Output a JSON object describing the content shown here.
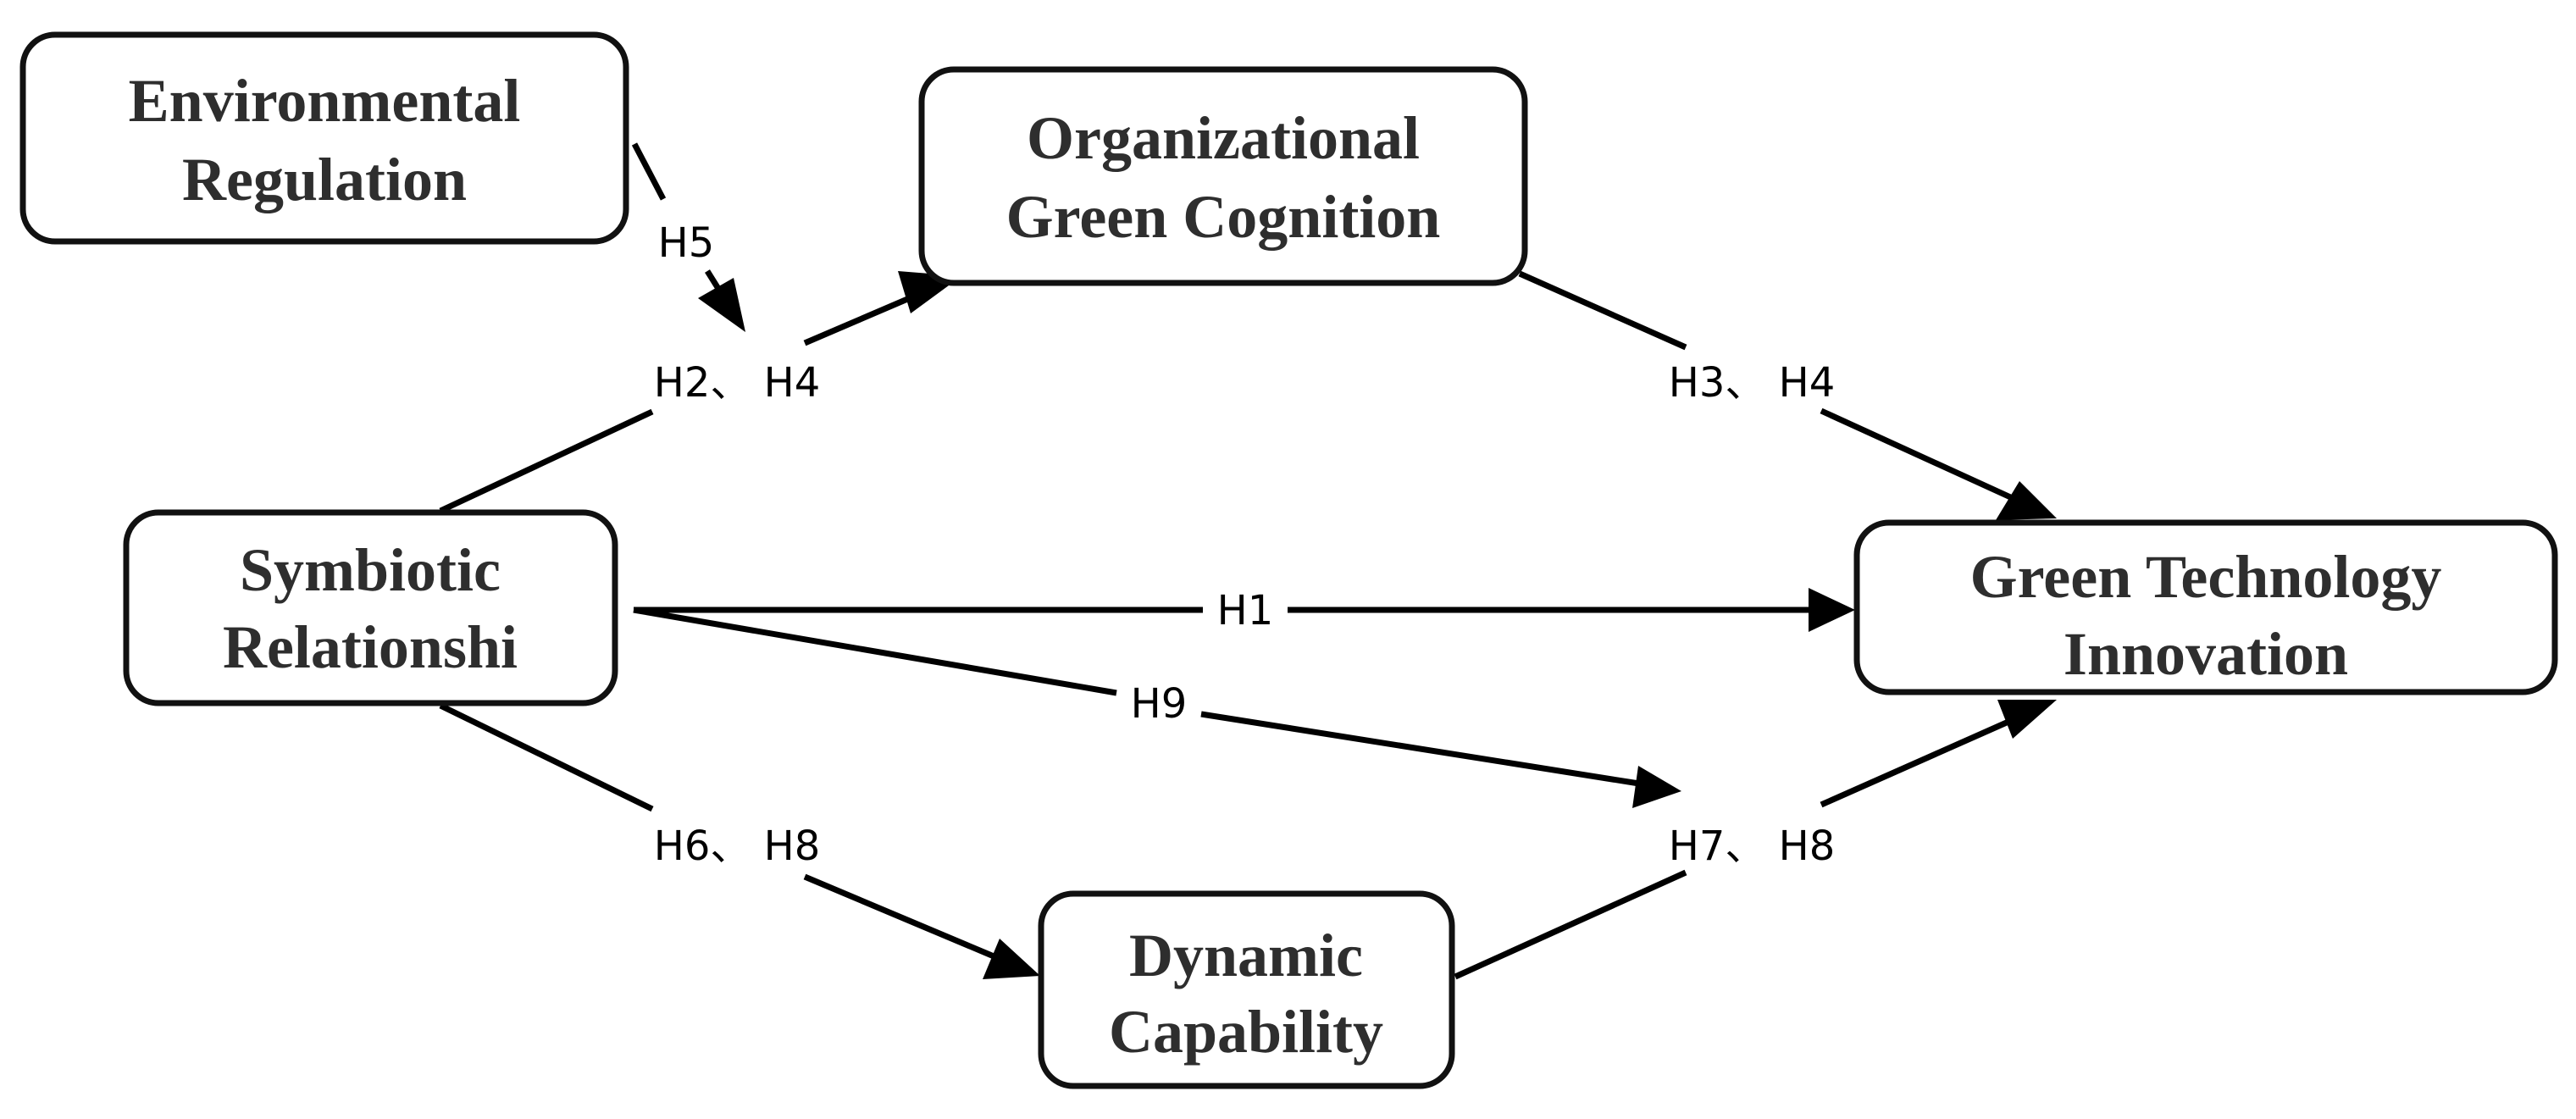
{
  "nodes": {
    "environmental_regulation": {
      "lines": [
        "Environmental",
        "Regulation"
      ]
    },
    "organizational_green_cognition": {
      "lines": [
        "Organizational",
        "Green Cognition"
      ]
    },
    "symbiotic_relationship": {
      "lines": [
        "Symbiotic",
        "Relationshi"
      ]
    },
    "green_technology_innovation": {
      "lines": [
        "Green Technology",
        "Innovation"
      ]
    },
    "dynamic_capability": {
      "lines": [
        "Dynamic",
        "Capability"
      ]
    }
  },
  "edges": {
    "h5": {
      "label": "H5",
      "from": "Environmental Regulation",
      "to": "H2、H4 path"
    },
    "h2_h4": {
      "label": "H2、 H4",
      "from": "Symbiotic Relationshi",
      "to": "Organizational Green Cognition"
    },
    "h3_h4": {
      "label": "H3、 H4",
      "from": "Organizational Green Cognition",
      "to": "Green Technology Innovation"
    },
    "h1": {
      "label": "H1",
      "from": "Symbiotic Relationshi",
      "to": "Green Technology Innovation"
    },
    "h9": {
      "label": "H9",
      "from": "Symbiotic Relationshi",
      "to": "H7、H8 path"
    },
    "h6_h8": {
      "label": "H6、 H8",
      "from": "Symbiotic Relationshi",
      "to": "Dynamic Capability"
    },
    "h7_h8": {
      "label": "H7、 H8",
      "from": "Dynamic Capability",
      "to": "Green Technology Innovation"
    }
  },
  "colors": {
    "text": "#2e2e2e",
    "stroke": "#111111",
    "background": "#ffffff"
  }
}
